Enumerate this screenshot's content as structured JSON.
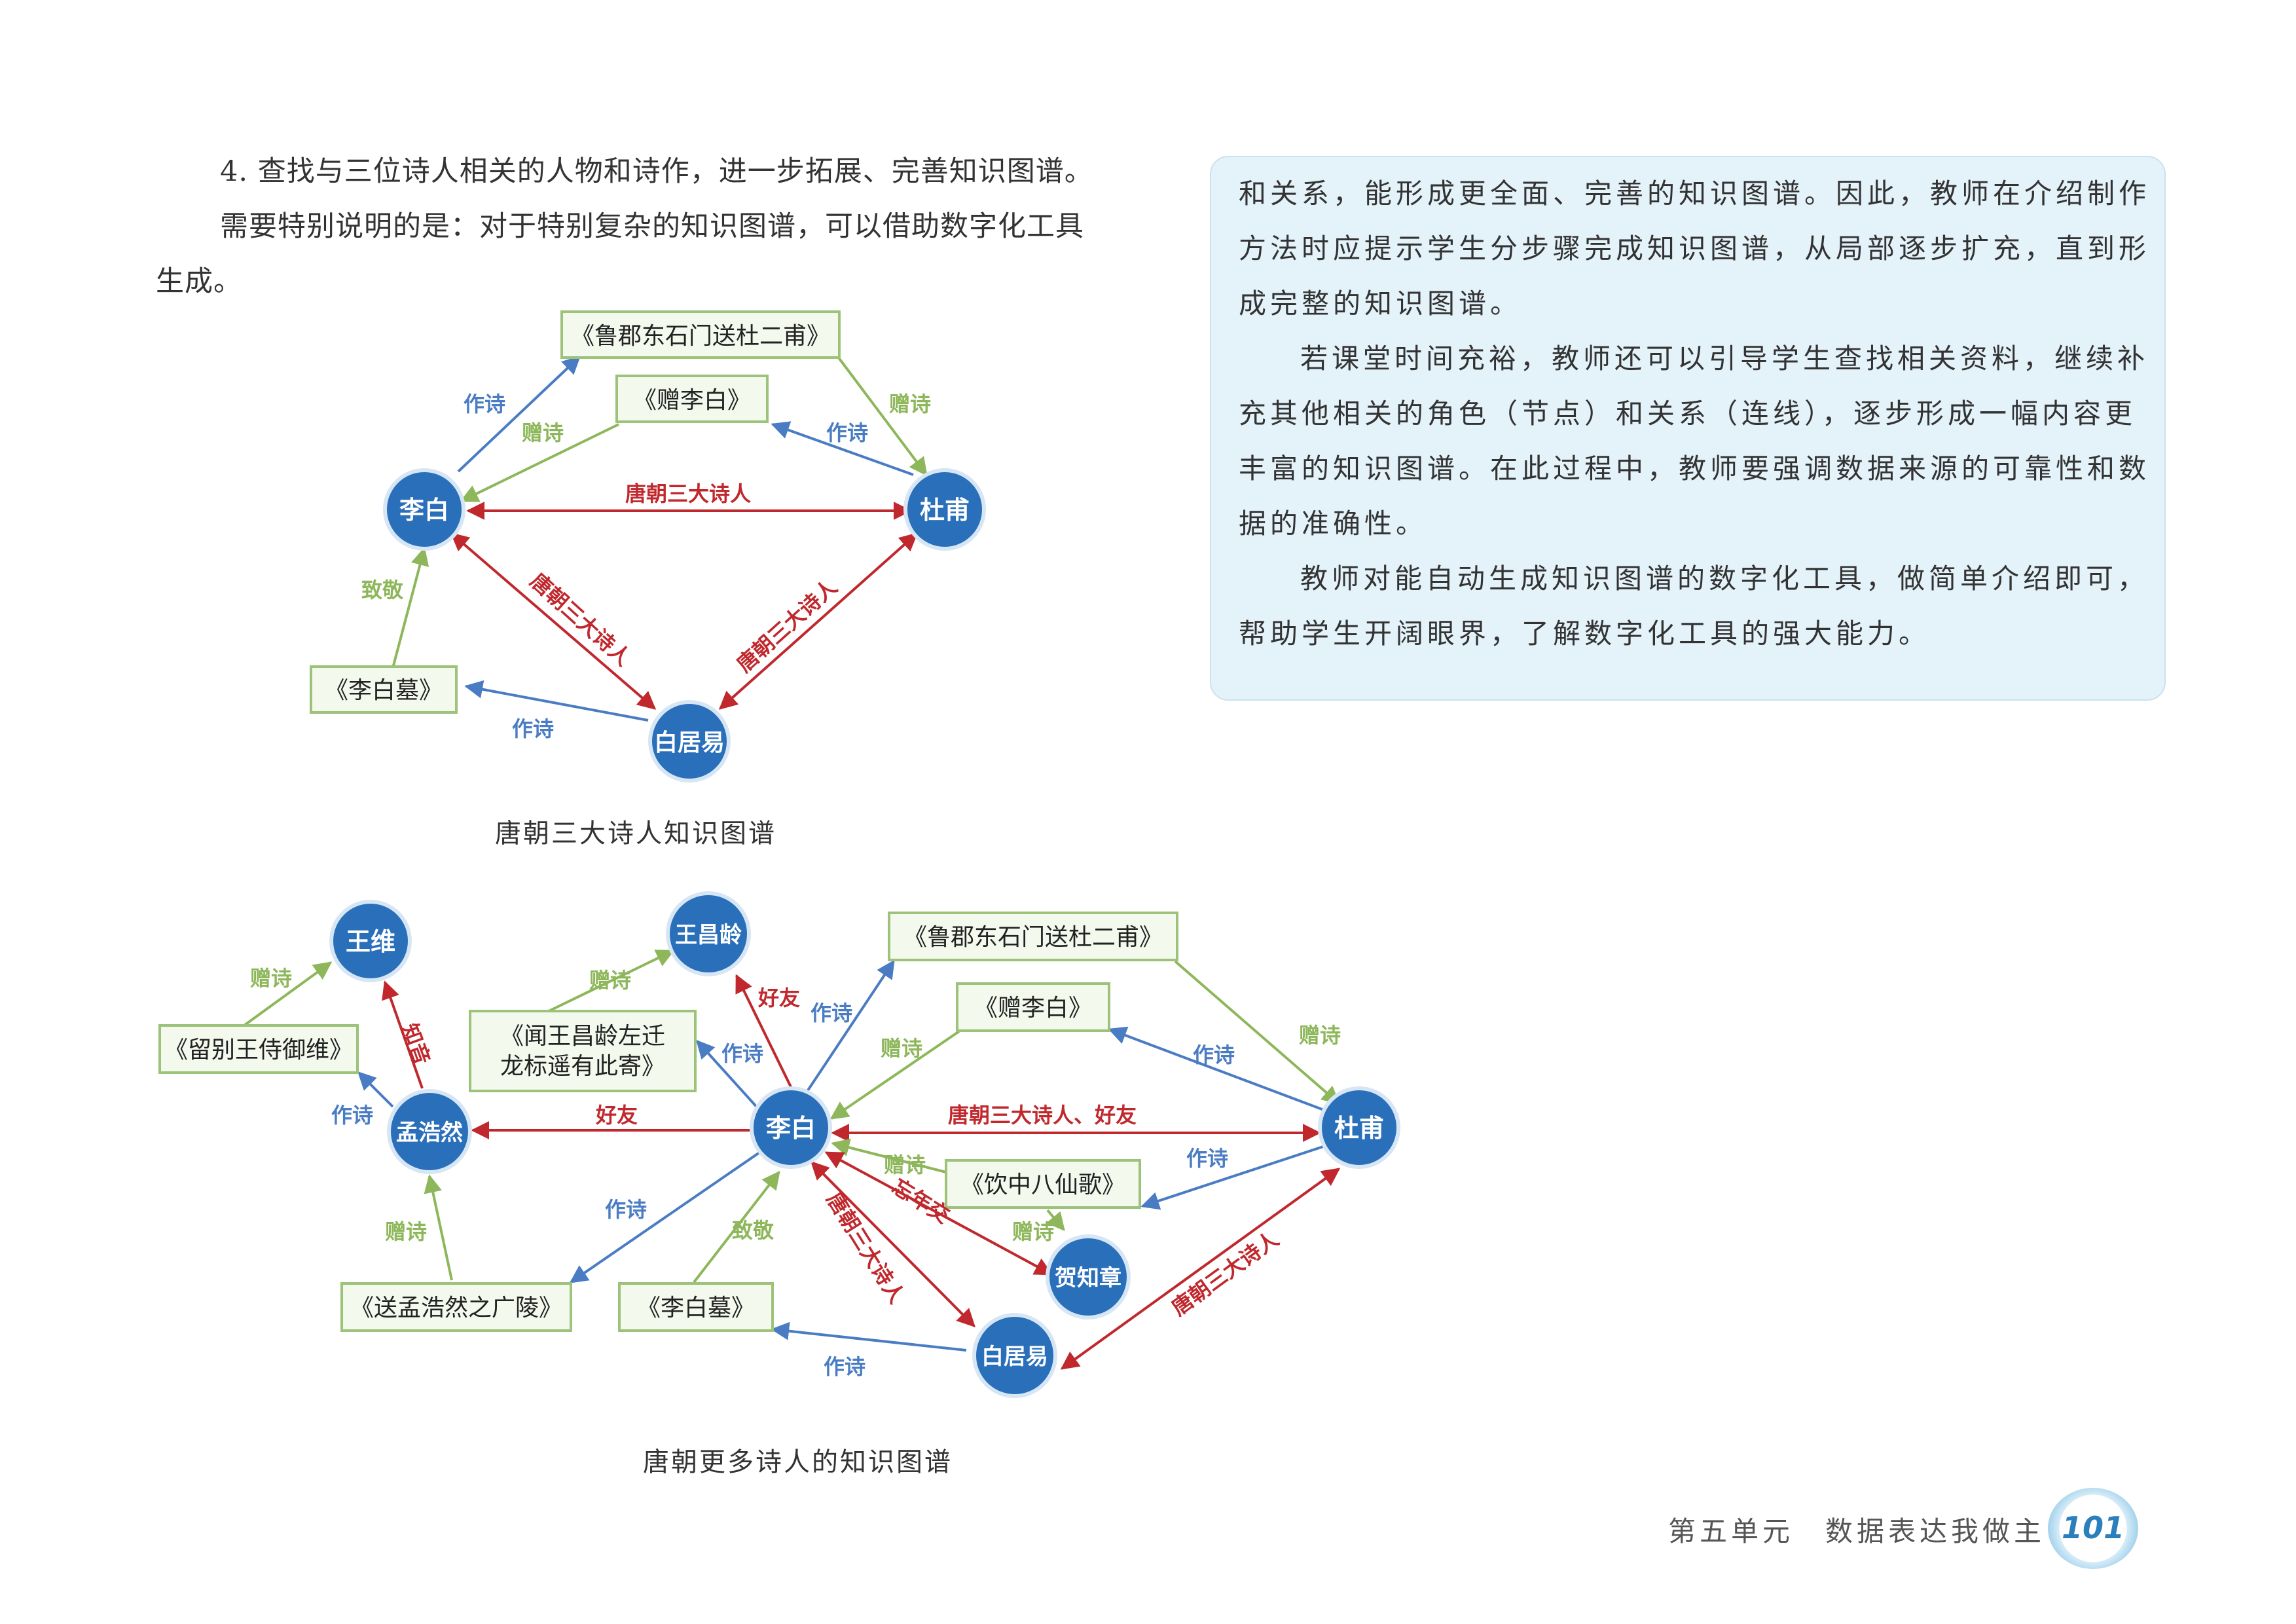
{
  "left_text": {
    "line1": "4. 查找与三位诗人相关的人物和诗作，进一步拓展、完善知识图谱。",
    "line2": "需要特别说明的是：对于特别复杂的知识图谱，可以借助数字化工具",
    "line3": "生成。"
  },
  "note": {
    "lines": [
      "和关系，能形成更全面、完善的知识图谱。因此，教师在介绍制作",
      "方法时应提示学生分步骤完成知识图谱，从局部逐步扩充，直到形",
      "成完整的知识图谱。",
      "若课堂时间充裕，教师还可以引导学生查找相关资料，继续补",
      "充其他相关的角色（节点）和关系（连线），逐步形成一幅内容更",
      "丰富的知识图谱。在此过程中，教师要强调数据来源的可靠性和数",
      "据的准确性。",
      "教师对能自动生成知识图谱的数字化工具，做简单介绍即可，",
      "帮助学生开阔眼界，了解数字化工具的强大能力。"
    ]
  },
  "colors": {
    "node_blue": "#2a6fba",
    "box_border": "#9dc37a",
    "box_fill": "#f4f9ee",
    "red_edge": "#c0282d",
    "green_edge": "#8db75a",
    "blue_edge": "#4a7cc4"
  },
  "graph1": {
    "caption": "唐朝三大诗人知识图谱",
    "nodes": {
      "libai": "李白",
      "dufu": "杜甫",
      "baijuyi": "白居易"
    },
    "boxes": {
      "lujun": "《鲁郡东石门送杜二甫》",
      "zeng": "《赠李白》",
      "mu": "《李白墓》"
    },
    "labels": {
      "zuoshi": "作诗",
      "zengshi": "赠诗",
      "zhijing": "致敬",
      "tang": "唐朝三大诗人"
    }
  },
  "graph2": {
    "caption": "唐朝更多诗人的知识图谱",
    "nodes": {
      "wangwei": "王维",
      "wangchangling": "王昌龄",
      "menghaoran": "孟浩然",
      "libai": "李白",
      "dufu": "杜甫",
      "hezhizhang": "贺知章",
      "baijuyi": "白居易"
    },
    "boxes": {
      "liubie": "《留别王侍御维》",
      "wen_line1": "《闻王昌龄左迁",
      "wen_line2": "龙标遥有此寄》",
      "lujun": "《鲁郡东石门送杜二甫》",
      "zeng": "《赠李白》",
      "yinzhong": "《饮中八仙歌》",
      "song": "《送孟浩然之广陵》",
      "mu": "《李白墓》"
    },
    "labels": {
      "zuoshi": "作诗",
      "zengshi": "赠诗",
      "zhiyin": "知音",
      "haoyou": "好友",
      "zhijing": "致敬",
      "wangnianjiao": "忘年交",
      "tang": "唐朝三大诗人",
      "tang_haoyou": "唐朝三大诗人、好友"
    }
  },
  "footer": {
    "unit": "第五单元　数据表达我做主",
    "page_number": "101"
  }
}
